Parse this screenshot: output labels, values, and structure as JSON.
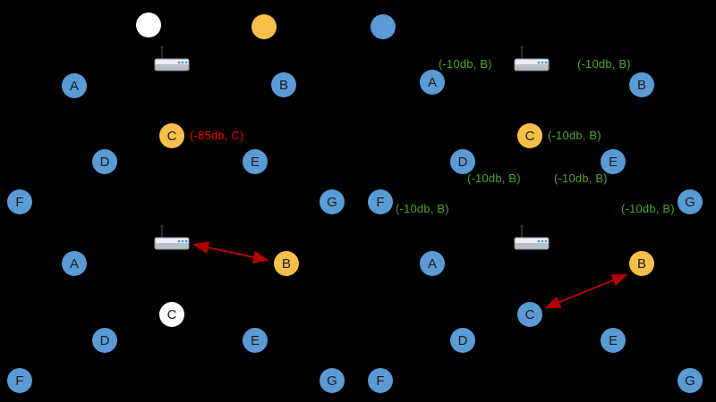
{
  "colors": {
    "background": "#000000",
    "node_blue": "#5b9bd5",
    "node_yellow": "#f8c04a",
    "node_white": "#ffffff",
    "annotation_red": "#ee0000",
    "annotation_green": "#4fa32a",
    "arrow_red": "#b30000"
  },
  "panels": [
    {
      "name": "top-left",
      "nodes": [
        {
          "id": "unlabeled-white",
          "label": ""
        },
        {
          "id": "unlabeled-yellow",
          "label": ""
        },
        {
          "id": "A",
          "label": "A"
        },
        {
          "id": "B",
          "label": "B"
        },
        {
          "id": "C",
          "label": "C",
          "annotation": "(-85db, C)"
        },
        {
          "id": "D",
          "label": "D"
        },
        {
          "id": "E",
          "label": "E"
        },
        {
          "id": "F",
          "label": "F"
        },
        {
          "id": "G",
          "label": "G"
        }
      ]
    },
    {
      "name": "top-right",
      "nodes": [
        {
          "id": "unlabeled-blue",
          "label": ""
        },
        {
          "id": "A",
          "label": "A",
          "annotation": "(-10db, B)"
        },
        {
          "id": "B",
          "label": "B",
          "annotation": "(-10db, B)"
        },
        {
          "id": "C",
          "label": "C",
          "annotation": "(-10db, B)"
        },
        {
          "id": "D",
          "label": "D",
          "annotation": "(-10db, B)"
        },
        {
          "id": "E",
          "label": "E",
          "annotation": "(-10db, B)"
        },
        {
          "id": "F",
          "label": "F",
          "annotation": "(-10db, B)"
        },
        {
          "id": "G",
          "label": "G",
          "annotation": "(-10db, B)"
        }
      ]
    },
    {
      "name": "bottom-left",
      "nodes": [
        {
          "id": "A",
          "label": "A"
        },
        {
          "id": "B",
          "label": "B"
        },
        {
          "id": "C",
          "label": "C"
        },
        {
          "id": "D",
          "label": "D"
        },
        {
          "id": "E",
          "label": "E"
        },
        {
          "id": "F",
          "label": "F"
        },
        {
          "id": "G",
          "label": "G"
        }
      ],
      "links": [
        {
          "from": "router",
          "to": "B",
          "style": "double-arrow"
        }
      ]
    },
    {
      "name": "bottom-right",
      "nodes": [
        {
          "id": "A",
          "label": "A"
        },
        {
          "id": "B",
          "label": "B"
        },
        {
          "id": "C",
          "label": "C"
        },
        {
          "id": "D",
          "label": "D"
        },
        {
          "id": "E",
          "label": "E"
        },
        {
          "id": "F",
          "label": "F"
        },
        {
          "id": "G",
          "label": "G"
        }
      ],
      "links": [
        {
          "from": "C",
          "to": "B",
          "style": "double-arrow"
        }
      ]
    }
  ]
}
